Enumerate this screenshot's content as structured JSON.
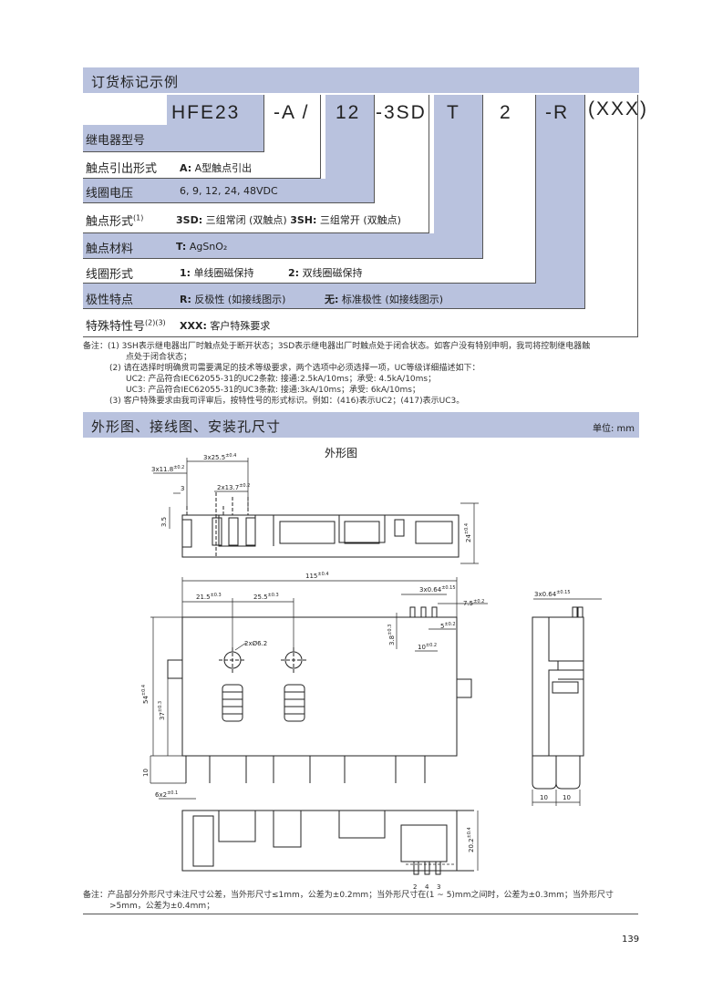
{
  "order": {
    "section_title": "订货标记示例",
    "codes": [
      "HFE23",
      "-A /",
      "12",
      "-3SD",
      "T",
      "2",
      "-R",
      "(XXX)"
    ],
    "rows": [
      {
        "label": "继电器型号",
        "sup": "",
        "values": []
      },
      {
        "label": "触点引出形式",
        "sup": "",
        "values": [
          {
            "key": "A:",
            "text": "A型触点引出"
          }
        ]
      },
      {
        "label": "线圈电压",
        "sup": "",
        "values": [
          {
            "key": "",
            "text": "6, 9, 12, 24, 48VDC"
          }
        ]
      },
      {
        "label": "触点形式",
        "sup": "(1)",
        "values": [
          {
            "key": "3SD:",
            "text": "三组常闭 (双触点)"
          },
          {
            "key": "3SH:",
            "text": "三组常开 (双触点)"
          }
        ]
      },
      {
        "label": "触点材料",
        "sup": "",
        "values": [
          {
            "key": "T:",
            "text": "AgSnO₂"
          }
        ]
      },
      {
        "label": "线圈形式",
        "sup": "",
        "values": [
          {
            "key": "1:",
            "text": "单线圈磁保持"
          },
          {
            "key": "2:",
            "text": "双线圈磁保持"
          }
        ]
      },
      {
        "label": "极性特点",
        "sup": "",
        "values": [
          {
            "key": "R:",
            "text": "反极性 (如接线图示)"
          },
          {
            "key": "无:",
            "text": "标准极性 (如接线图示)"
          }
        ]
      },
      {
        "label": "特殊特性号",
        "sup": "(2)(3)",
        "values": [
          {
            "key": "XXX:",
            "text": "客户特殊要求"
          }
        ]
      }
    ],
    "notes": [
      "备注：(1)  3SH表示继电器出厂时触点处于断开状态；3SD表示继电器出厂时触点处于闭合状态。如客户没有特别申明，我司将控制继电器触",
      "点处于闭合状态；",
      "(2)  请在选择时明确贯司需要满足的技术等级要求，两个选项中必须选择一项，UC等级详细描述如下：",
      "UC2: 产品符合IEC62055-31的UC2条款: 接通:2.5kA/10ms；承受: 4.5kA/10ms；",
      "UC3: 产品符合IEC62055-31的UC3条款: 接通:3kA/10ms；承受: 6kA/10ms；",
      "(3)  客户特殊要求由我司评审后，按特性号的形式标识。例如：(416)表示UC2；(417)表示UC3。"
    ]
  },
  "dims": {
    "section_title": "外形图、接线图、安装孔尺寸",
    "unit": "单位: mm",
    "outline_title": "外形图",
    "labels": {
      "d1": "3x25.5",
      "d1t": "±0.4",
      "d2": "3x11.8",
      "d2t": "±0.2",
      "d3": "3",
      "d4": "2x13.7",
      "d4t": "±0.2",
      "d5": "3.5",
      "d6": "24",
      "d6t": "±0.4",
      "d7": "115",
      "d7t": "±0.4",
      "d8": "21.5",
      "d8t": "±0.3",
      "d9": "25.5",
      "d9t": "±0.3",
      "d10": "3x0.64",
      "d10t": "±0.15",
      "d11": "7.5",
      "d11t": "±0.2",
      "d12": "2xØ6.2",
      "d13": "3.8",
      "d13t": "±0.3",
      "d14": "5",
      "d14t": "±0.2",
      "d15": "10",
      "d15t": "±0.2",
      "d16": "54",
      "d16t": "±0.4",
      "d17": "37",
      "d17t": "±0.3",
      "d18": "10",
      "d19": "6x2",
      "d19t": "±0.1",
      "d20": "3x0.64",
      "d20t": "±0.15",
      "d21": "10",
      "d22": "10",
      "d23": "20.2",
      "d23t": "±0.4",
      "p1": "2",
      "p2": "4",
      "p3": "3"
    },
    "footnote": [
      "备注：产品部分外形尺寸未注尺寸公差，当外形尺寸≤1mm，公差为±0.2mm；当外形尺寸在(1 ~ 5)mm之间时，公差为±0.3mm；当外形尺寸",
      ">5mm，公差为±0.4mm；"
    ]
  },
  "page_number": "139"
}
